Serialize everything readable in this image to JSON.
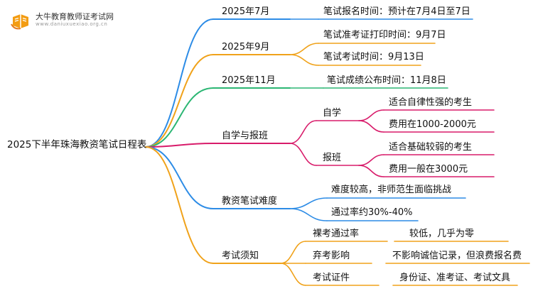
{
  "logo": {
    "title": "大牛教育教师证考试网",
    "url": "www.daniuxuexiao.org.cn",
    "icon": "book-hand-icon",
    "color": "#f39c12"
  },
  "mindmap": {
    "root": "2025下半年珠海教资笔试日程表",
    "branches": [
      {
        "label": "2025年7月",
        "color": "#2d8ce6",
        "children": [
          {
            "label": "笔试报名时间：预计在7月4日至7日"
          }
        ]
      },
      {
        "label": "2025年9月",
        "color": "#f0a21a",
        "children": [
          {
            "label": "笔试准考证打印时间：9月7日"
          },
          {
            "label": "笔试考试时间：9月13日"
          }
        ]
      },
      {
        "label": "2025年11月",
        "color": "#2bb673",
        "children": [
          {
            "label": "笔试成绩公布时间：11月8日"
          }
        ]
      },
      {
        "label": "自学与报班",
        "color": "#d81b6a",
        "children": [
          {
            "label": "自学",
            "children": [
              {
                "label": "适合自律性强的考生"
              },
              {
                "label": "费用在1000-2000元"
              }
            ]
          },
          {
            "label": "报班",
            "children": [
              {
                "label": "适合基础较弱的考生"
              },
              {
                "label": "费用一般在3000元"
              }
            ]
          }
        ]
      },
      {
        "label": "教资笔试难度",
        "color": "#2d8ce6",
        "children": [
          {
            "label": "难度较高，非师范生面临挑战"
          },
          {
            "label": "通过率约30%-40%"
          }
        ]
      },
      {
        "label": "考试须知",
        "color": "#f0a21a",
        "children": [
          {
            "label": "裸考通过率",
            "children": [
              {
                "label": "较低，几乎为零"
              }
            ]
          },
          {
            "label": "弃考影响",
            "children": [
              {
                "label": "不影响诚信记录，但浪费报名费"
              }
            ]
          },
          {
            "label": "考试证件",
            "children": [
              {
                "label": "身份证、准考证、考试文具"
              }
            ]
          }
        ]
      }
    ]
  }
}
